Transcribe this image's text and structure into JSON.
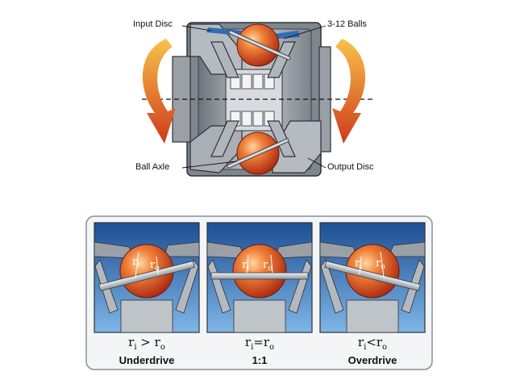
{
  "labels": {
    "input_disc": "Input Disc",
    "balls": "3-12 Balls",
    "ball_axle": "Ball Axle",
    "output_disc": "Output Disc"
  },
  "panels": [
    {
      "r_in": "r",
      "sub_in": "i",
      "r_out": "r",
      "sub_out": "o",
      "eq_left": "r",
      "eq_left_sub": "i",
      "eq_op": " > ",
      "eq_right": "r",
      "eq_right_sub": "o",
      "mode": "Underdrive"
    },
    {
      "r_in": "r",
      "sub_in": "i",
      "r_out": "r",
      "sub_out": "o",
      "eq_left": "r",
      "eq_left_sub": "i",
      "eq_op": "=",
      "eq_right": "r",
      "eq_right_sub": "o",
      "mode": "1:1"
    },
    {
      "r_in": "r",
      "sub_in": "i",
      "r_out": "r",
      "sub_out": "o",
      "eq_left": "r",
      "eq_left_sub": "i",
      "eq_op": "<",
      "eq_right": "r",
      "eq_right_sub": "o",
      "mode": "Overdrive"
    }
  ],
  "colors": {
    "housing": "#8f959b",
    "housing_dark": "#5e646a",
    "ball": "#e0562a",
    "arrow_top": "#f6b23a",
    "arrow_bottom": "#d3401f",
    "sky": "#3a7fc4"
  }
}
